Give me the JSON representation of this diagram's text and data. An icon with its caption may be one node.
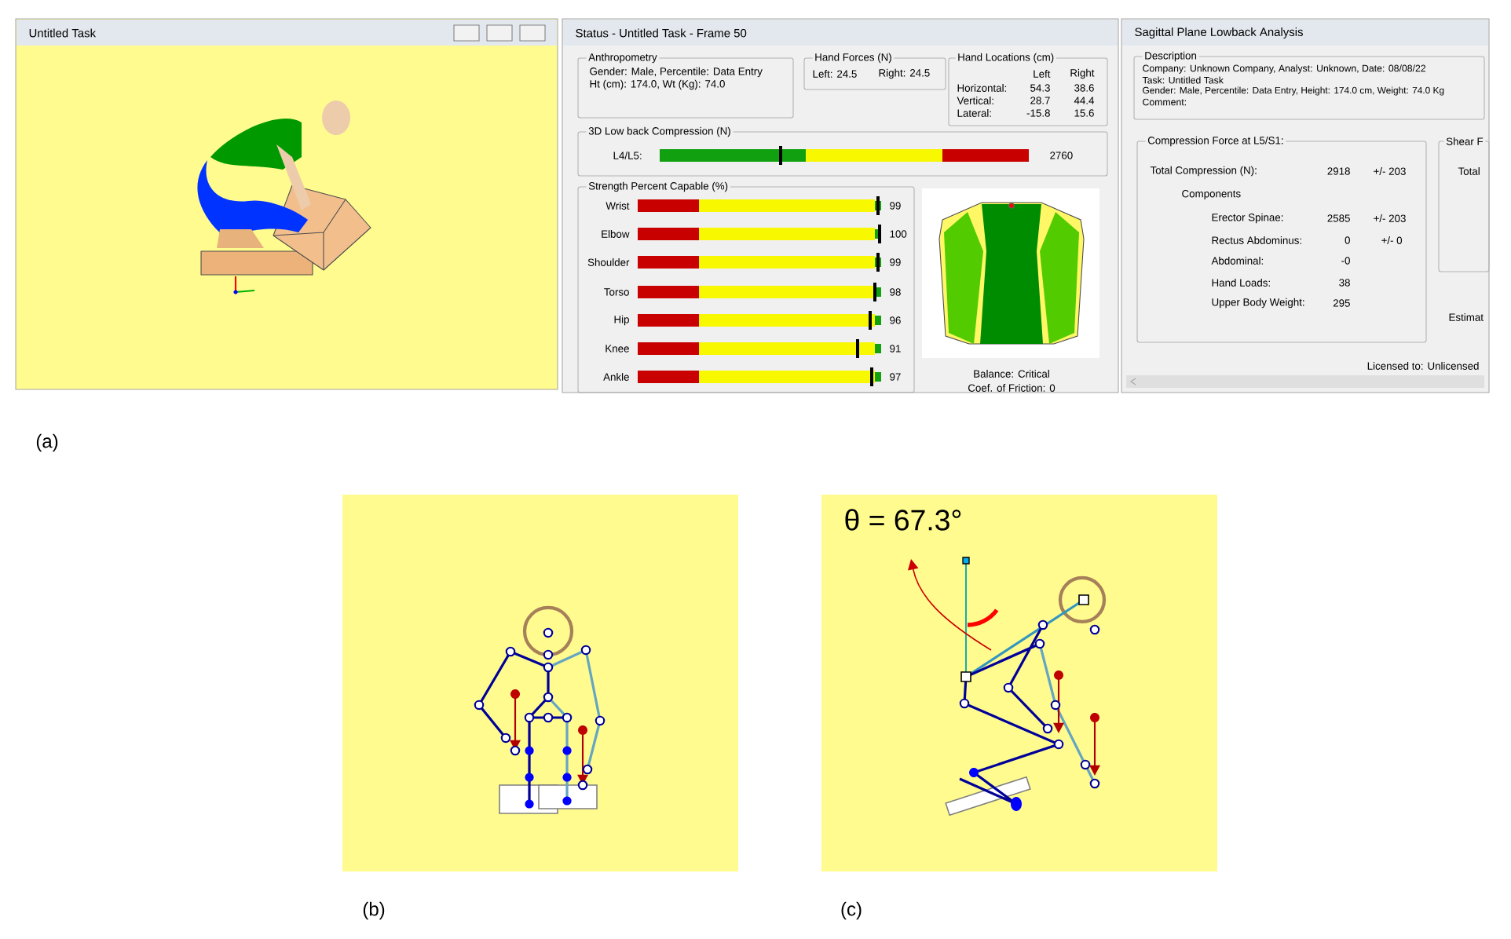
{
  "diagram": {
    "labels": [
      "Untitled Task",
      "Status - Untitled Task - Frame 50",
      "Anthropometry",
      "Gender: Male, Percentile: Data Entry",
      "Ht (cm): 174.0, Wt (Kg): 74.0",
      "Hand Forces (N)",
      "Left: 24.5",
      "Right: 24.5",
      "Hand Locations (cm)",
      "Left",
      "Right",
      "Horizontal:",
      "54.3",
      "38.6",
      "Vertical:",
      "28.7",
      "44.4",
      "Lateral:",
      "-15.8",
      "15.6",
      "3D Low back Compression (N)",
      "L4/L5:",
      "2760",
      "Strength Percent Capable (%)",
      "Wrist",
      "99",
      "Elbow",
      "100",
      "Shoulder",
      "99",
      "Torso",
      "98",
      "Hip",
      "96",
      "Knee",
      "91",
      "Ankle",
      "97",
      "Balance: Critical",
      "Coef. of Friction: 0",
      "Sagittal Plane Lowback Analysis",
      "Description",
      "Company: Unknown Company, Analyst: Unknown, Date: 08/08/22",
      "Task: Untitled Task",
      "Gender: Male, Percentile: Data Entry, Height: 174.0 cm, Weight: 74.0 Kg",
      "Comment:",
      "Compression Force at L5/S1:",
      "Total Compression (N):",
      "2918",
      "+/- 203",
      "Components",
      "Erector Spinae:",
      "2585",
      "+/- 203",
      "Rectus Abdominus:",
      "0",
      "+/- 0",
      "Abdominal:",
      "-0",
      "Hand Loads:",
      "38",
      "Upper Body Weight:",
      "295",
      "Shear F",
      "Total",
      "Estimat",
      "Licensed to: Unlicensed",
      "(a)",
      "θ = 67.3°",
      "(b)",
      "(c)"
    ]
  }
}
